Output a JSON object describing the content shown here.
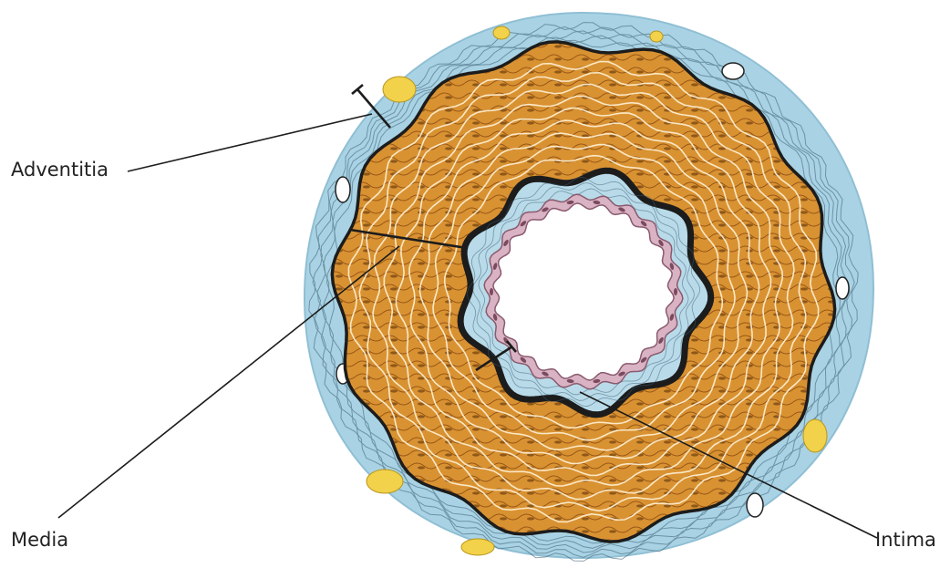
{
  "labels": {
    "adventitia": "Adventitia",
    "media": "Media",
    "intima": "Intima"
  },
  "colors": {
    "adventitia": "#a9d3e4",
    "media": "#d99232",
    "intima_tissue": "#b9dbe9",
    "endothelium": "#d9b3c3",
    "elastic_membrane": "#1c1c1c",
    "fat_cells": "#f2d24a",
    "lumen": "#ffffff"
  }
}
